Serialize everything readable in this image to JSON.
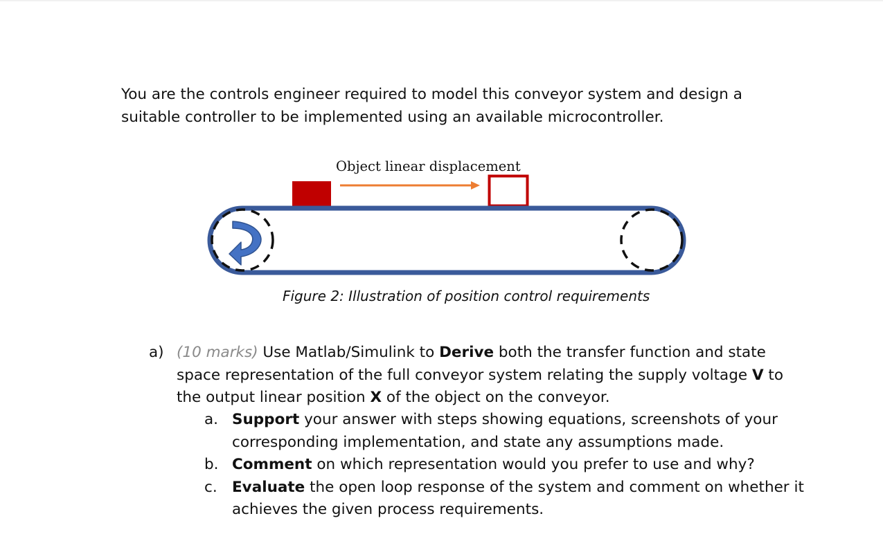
{
  "intro": {
    "line1": "You are the controls engineer required to model this conveyor system and design a",
    "line2": "suitable controller to be implemented using an available microcontroller."
  },
  "figure": {
    "arrow_label": "Object linear displacement",
    "caption": "Figure 2: Illustration of position control requirements",
    "colors": {
      "belt": "#3a5a9a",
      "object": "#c00000",
      "arrow": "#ed7d31",
      "rotation_arrow": "#4472c4"
    }
  },
  "question_a": {
    "label": "a)",
    "marks": "(10 marks)",
    "text_1": " Use Matlab/Simulink to ",
    "bold_1": "Derive",
    "text_2": " both the transfer function and state",
    "line2_a": "space representation of the full conveyor system relating the supply voltage ",
    "bold_v": "V",
    "line2_b": " to",
    "line3_a": "the output linear position ",
    "bold_x": "X",
    "line3_b": " of the object on the conveyor.",
    "subs": [
      {
        "label": "a.",
        "bold": "Support",
        "line1": " your answer with steps showing equations, screenshots of your",
        "line2": "corresponding implementation, and state any assumptions made."
      },
      {
        "label": "b.",
        "bold": "Comment",
        "line1": " on which representation would you prefer to use and why?",
        "line2": ""
      },
      {
        "label": "c.",
        "bold": "Evaluate",
        "line1": " the open loop response of the system and comment on whether it",
        "line2": "achieves the given process requirements."
      }
    ]
  }
}
